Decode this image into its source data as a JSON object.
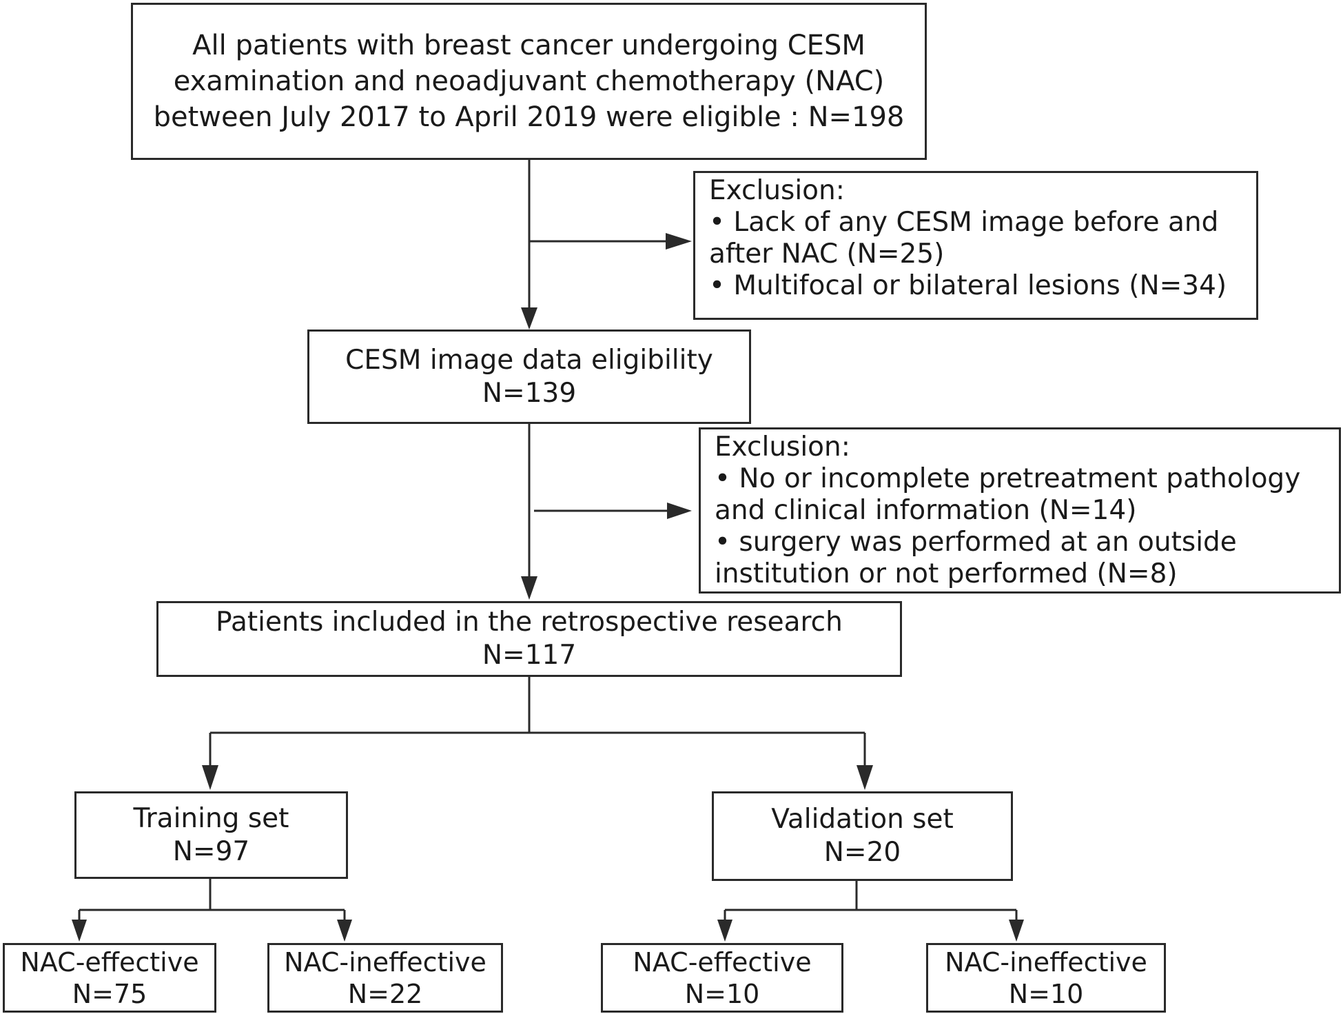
{
  "nodes": {
    "eligible": {
      "lines": [
        "All patients with breast cancer undergoing CESM",
        "examination  and neoadjuvant chemotherapy (NAC)",
        "between July 2017 to April 2019 were eligible : N=198"
      ]
    },
    "exclusion1": {
      "lines": [
        "Exclusion:",
        "• Lack of any CESM image before and",
        "after NAC (N=25)",
        "• Multifocal or bilateral lesions (N=34)"
      ]
    },
    "cesm_eligibility": {
      "lines": [
        "CESM image data eligibility",
        "N=139"
      ]
    },
    "exclusion2": {
      "lines": [
        "Exclusion:",
        "• No or incomplete pretreatment pathology",
        "and clinical information (N=14)",
        "• surgery was performed at an outside",
        "institution or not performed (N=8)"
      ]
    },
    "included": {
      "lines": [
        "Patients included in the retrospective research",
        "N=117"
      ]
    },
    "training": {
      "lines": [
        "Training set",
        "N=97"
      ]
    },
    "validation": {
      "lines": [
        "Validation set",
        "N=20"
      ]
    },
    "train_effective": {
      "lines": [
        "NAC-effective",
        "N=75"
      ]
    },
    "train_ineffective": {
      "lines": [
        "NAC-ineffective",
        "N=22"
      ]
    },
    "val_effective": {
      "lines": [
        "NAC-effective",
        "N=10"
      ]
    },
    "val_ineffective": {
      "lines": [
        "NAC-ineffective",
        "N=10"
      ]
    }
  },
  "colors": {
    "line": "#2a2a2a",
    "text": "#1a1a1a",
    "background": "#ffffff"
  }
}
